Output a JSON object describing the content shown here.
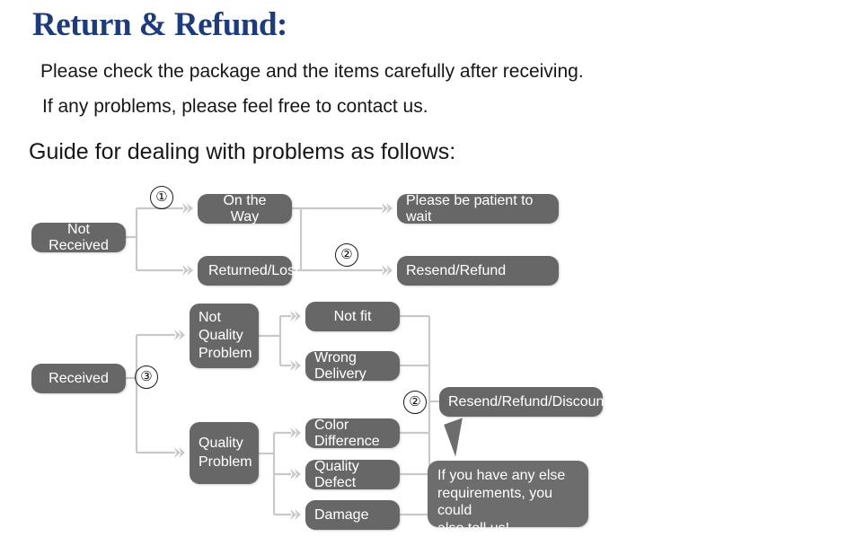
{
  "header": {
    "title": "Return & Refund:",
    "line1": "Please check the package and the items carefully after receiving.",
    "line2": "If any problems, please feel free to contact us.",
    "guide": "Guide for dealing with problems as follows:"
  },
  "colors": {
    "title": "#1d3c80",
    "node_fill": "#676767",
    "bubble_fill": "#6d6d6d",
    "connector": "#c9c9c9",
    "text": "#17171a"
  },
  "flow": {
    "nodes": {
      "not_received": "Not Received",
      "on_the_way": "On the Way",
      "returned_lost": "Returned/Lost",
      "be_patient": "Please be patient to wait",
      "resend_refund": "Resend/Refund",
      "received": "Received",
      "not_quality_problem": "Not\nQuality\nProblem",
      "quality_problem": "Quality\nProblem",
      "not_fit": "Not fit",
      "wrong_delivery": "Wrong Delivery",
      "color_difference": "Color Difference",
      "quality_defect": "Quality Defect",
      "damage": "Damage",
      "resend_refund_discount": "Resend/Refund/Discount"
    },
    "steps": {
      "one": "①",
      "two": "②",
      "two_b": "②",
      "three": "③"
    },
    "bubble": "If you have any else\nrequirements, you could\nalso tell us!"
  }
}
